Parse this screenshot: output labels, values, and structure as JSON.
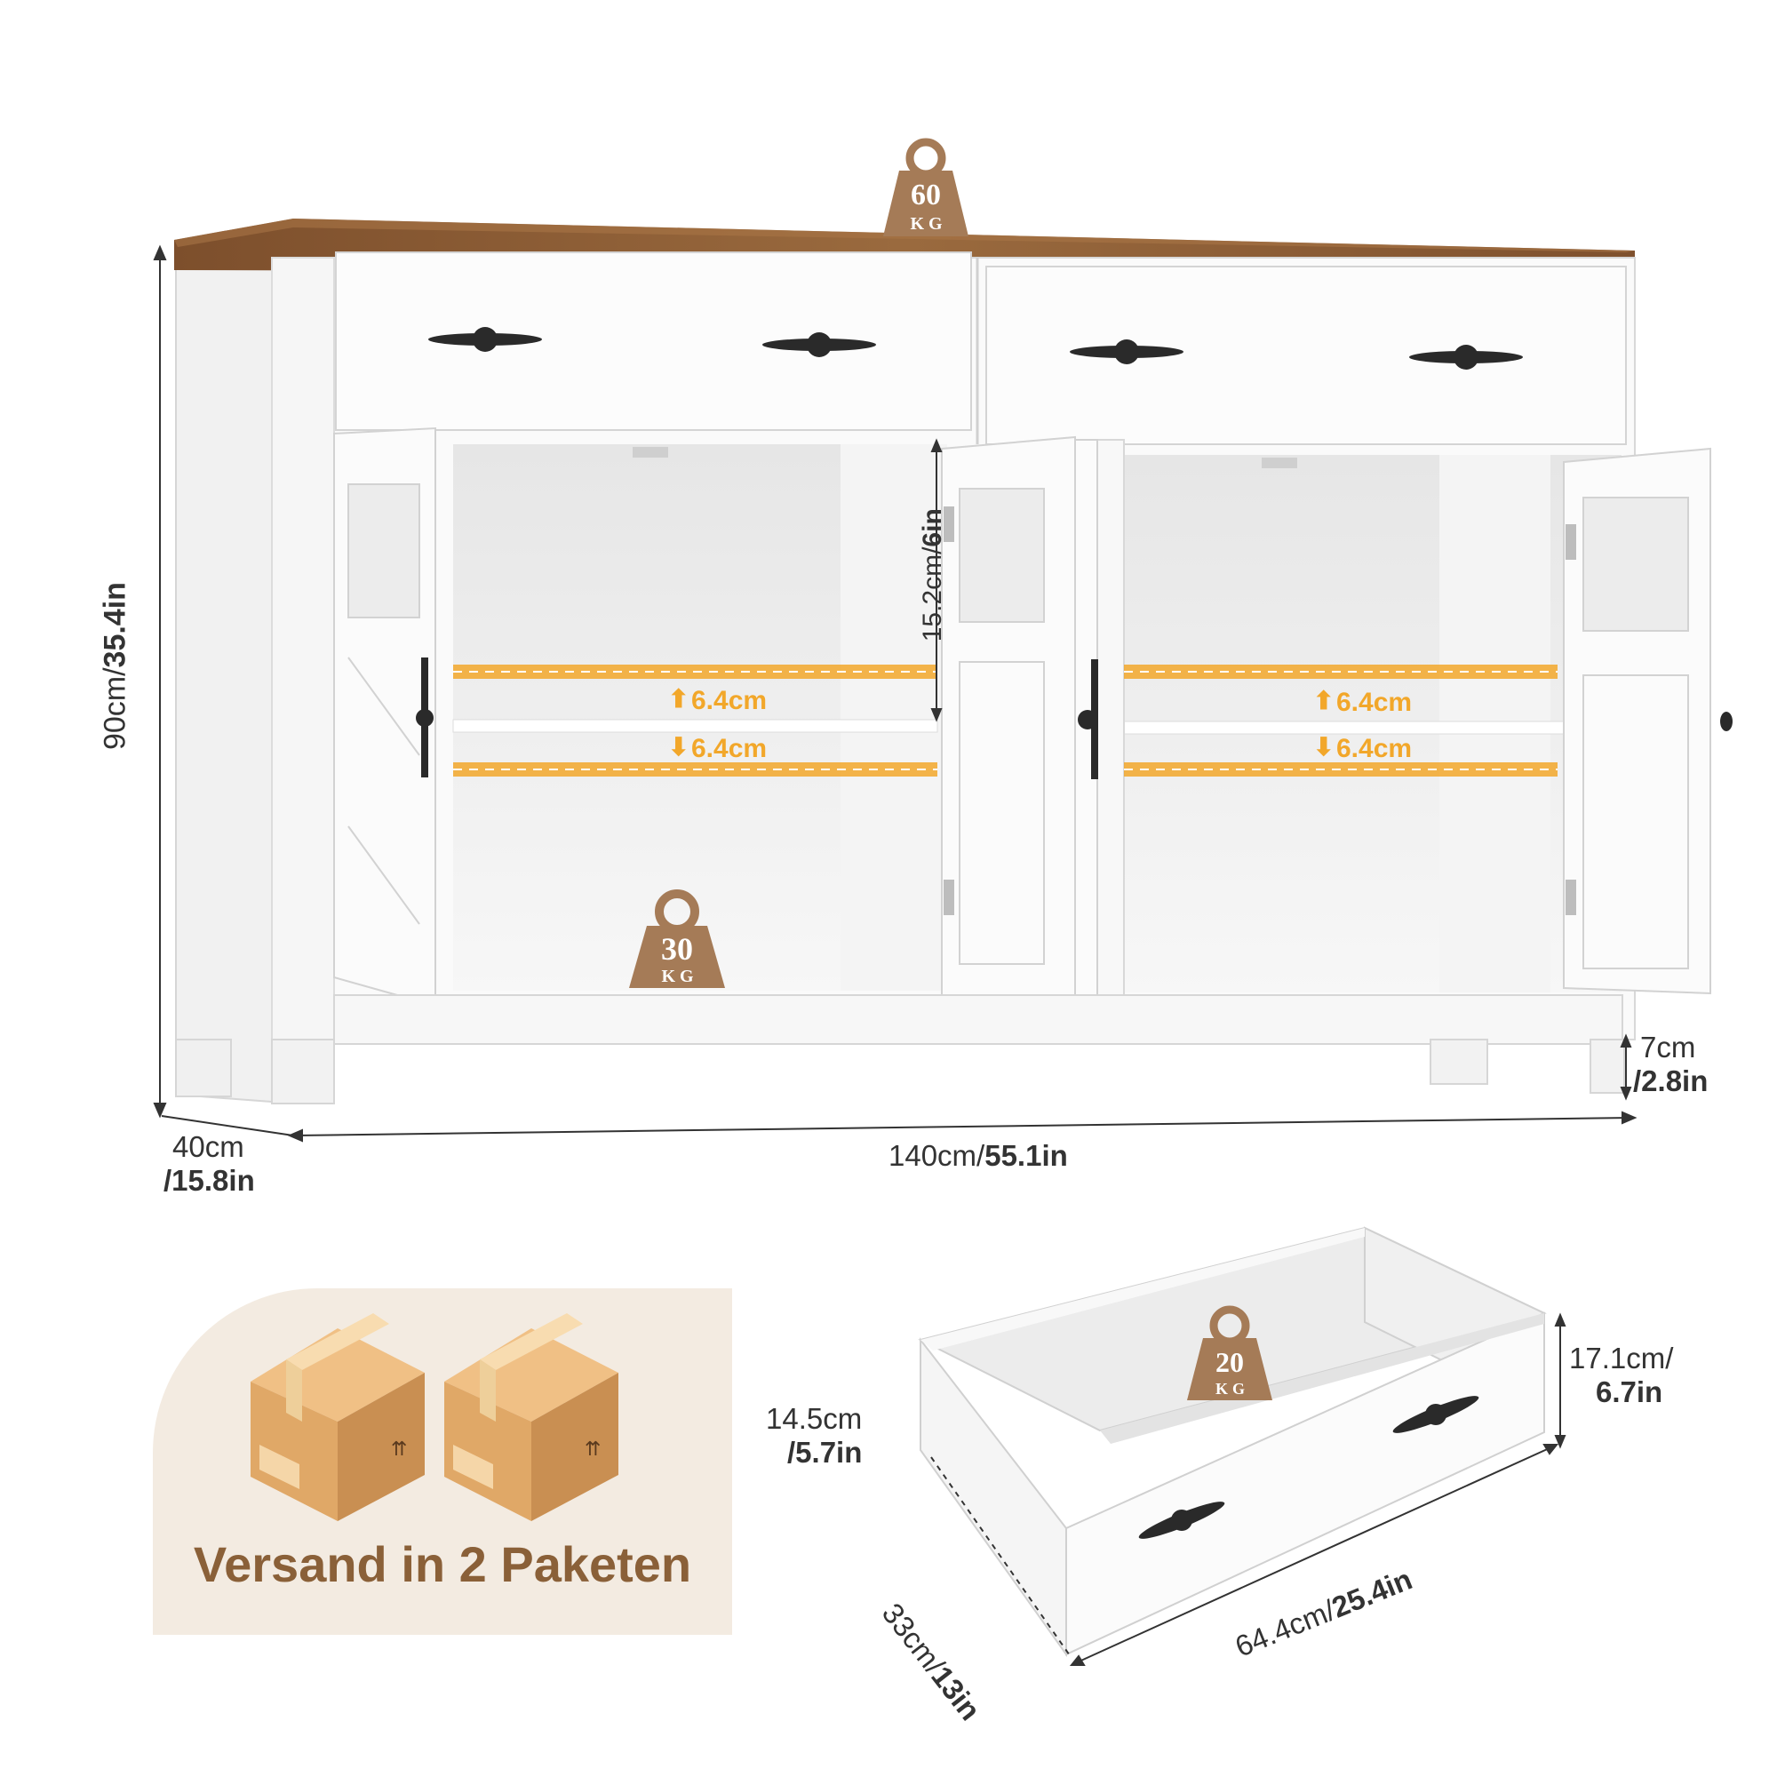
{
  "weights": {
    "top": {
      "value": "60",
      "unit": "KG"
    },
    "shelf": {
      "value": "30",
      "unit": "KG"
    },
    "drawer": {
      "value": "20",
      "unit": "KG"
    }
  },
  "cabinet": {
    "height": {
      "metric": "90cm/",
      "imperial": "35.4in"
    },
    "depth": {
      "metric": "40cm",
      "imperial": "/15.8in"
    },
    "width": {
      "metric": "140cm/",
      "imperial": "55.1in"
    },
    "leg_height": {
      "metric": "7cm",
      "imperial": "/2.8in"
    },
    "shelf_spacing": {
      "metric": "15.2cm/",
      "imperial": "6in"
    },
    "shelf_adjust_up": "6.4cm",
    "shelf_adjust_down": "6.4cm"
  },
  "drawer": {
    "front_height": {
      "metric": "17.1cm/",
      "imperial": "6.7in"
    },
    "inner_height": {
      "metric": "14.5cm",
      "imperial": "/5.7in"
    },
    "depth": {
      "metric": "33cm/",
      "imperial": "13in"
    },
    "width": {
      "metric": "64.4cm/",
      "imperial": "25.4in"
    }
  },
  "shipping": {
    "label": "Versand in 2 Paketen"
  },
  "colors": {
    "wood_top": "#8b5a33",
    "cabinet_white": "#fafafa",
    "badge_brown": "#a57b57",
    "shelf_orange": "#f2a72a",
    "package_text": "#8a6038",
    "package_panel": "#f3ebe1",
    "box_cardboard": "#e0a867"
  }
}
